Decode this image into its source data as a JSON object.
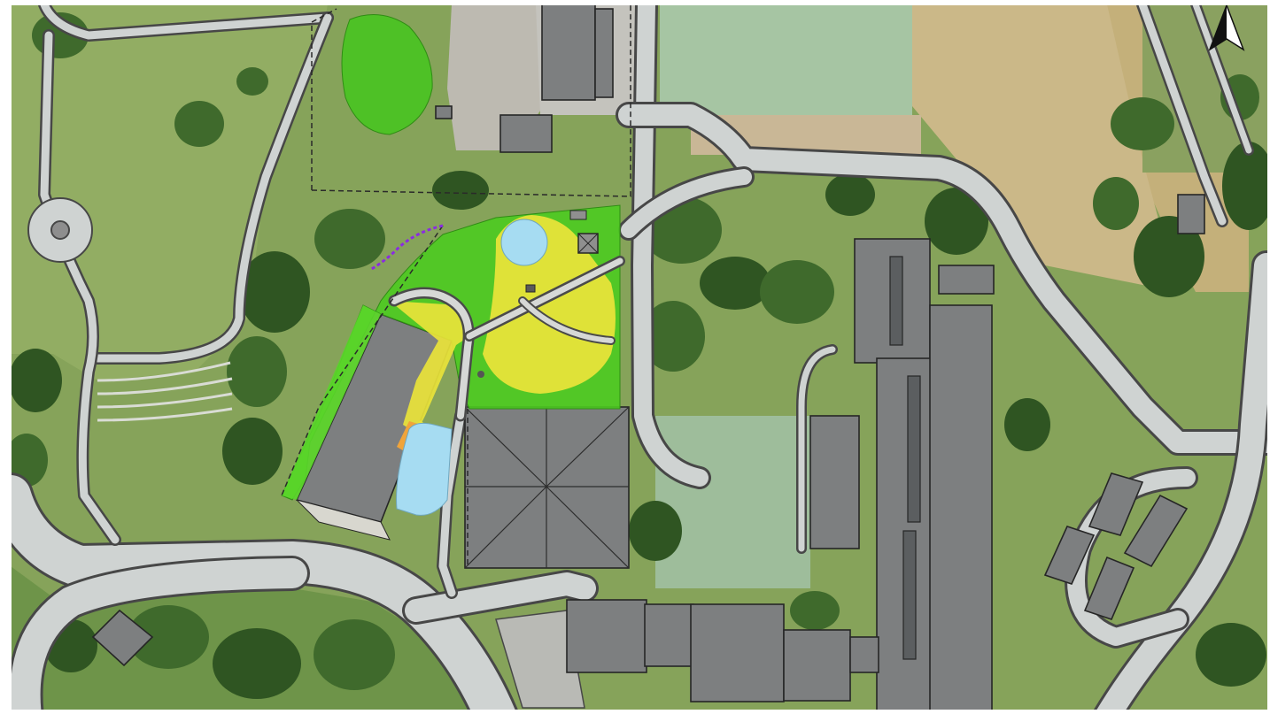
{
  "map": {
    "north_arrow": {
      "label": ""
    },
    "colors": {
      "grass": "#86a35a",
      "grass_light": "#9ab467",
      "dry_field": "#c9b57e",
      "road": "#cfd3d2",
      "road_edge": "#474747",
      "building": "#7d7f80",
      "tree": "#3f6a2c",
      "sports_court": "#a9c9a6",
      "zone_green": "#49c91f",
      "zone_yellow": "#e9e33a",
      "zone_blue": "#a6dcf2",
      "zone_orange": "#f0a43a",
      "boundary_purple": "#8a2be2"
    },
    "layers": [
      "aerial-base",
      "roads-and-paths",
      "buildings",
      "highlighted-planning-zones",
      "site-boundary",
      "north-arrow"
    ]
  }
}
